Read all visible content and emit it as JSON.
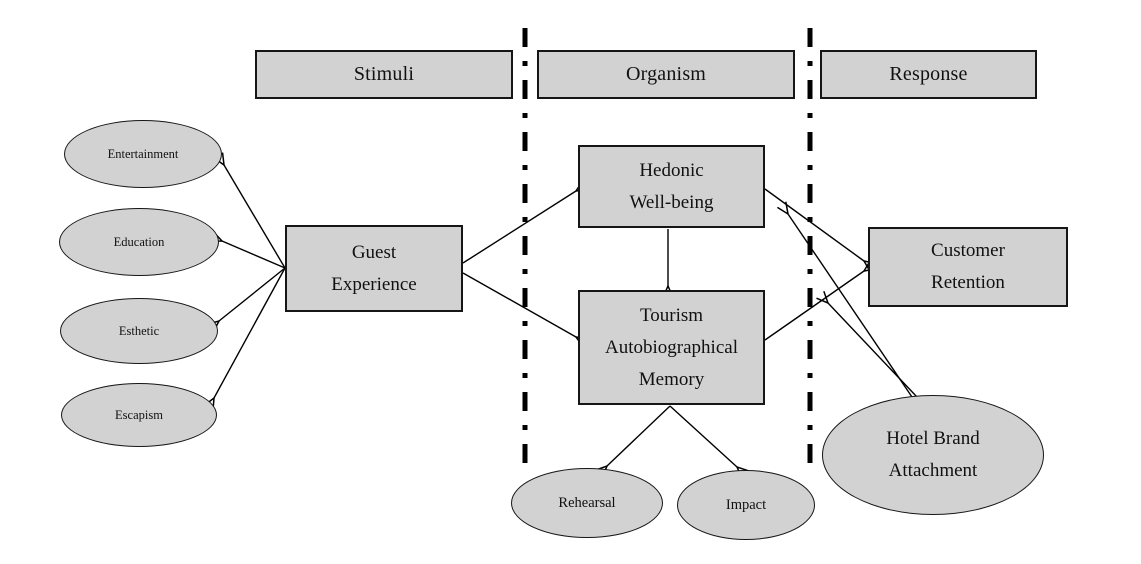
{
  "diagram": {
    "title_framework": "S-O-R diagram",
    "colors": {
      "background": "#ffffff",
      "node_fill": "#d2d2d2",
      "node_stroke": "#161616",
      "edge_stroke": "#000000"
    },
    "headers": [
      {
        "id": "stimuli",
        "label": "Stimuli"
      },
      {
        "id": "organism",
        "label": "Organism"
      },
      {
        "id": "response",
        "label": "Response"
      }
    ],
    "factors": [
      {
        "label": "Entertainment"
      },
      {
        "label": "Education"
      },
      {
        "label": "Esthetic"
      },
      {
        "label": "Escapism"
      }
    ],
    "nodes": {
      "guest_experience": {
        "lines": [
          "Guest",
          "Experience"
        ]
      },
      "hedonic_wellbeing": {
        "lines": [
          "Hedonic",
          "Well-being"
        ]
      },
      "tourism_memory": {
        "lines": [
          "Tourism",
          "Autobiographical",
          "Memory"
        ]
      },
      "customer_retention": {
        "lines": [
          "Customer",
          "Retention"
        ]
      },
      "hotel_brand_attachment": {
        "lines": [
          "Hotel Brand",
          "Attachment"
        ]
      }
    },
    "outcomes": [
      {
        "label": "Rehearsal"
      },
      {
        "label": "Impact"
      }
    ],
    "edges": [
      {
        "from": "guest-experience",
        "to": "entertainment"
      },
      {
        "from": "guest-experience",
        "to": "education"
      },
      {
        "from": "guest-experience",
        "to": "esthetic"
      },
      {
        "from": "guest-experience",
        "to": "escapism"
      },
      {
        "from": "guest-experience",
        "to": "hedonic-well-being"
      },
      {
        "from": "guest-experience",
        "to": "tourism-autobiographical-memory"
      },
      {
        "from": "hedonic-well-being",
        "to": "tourism-autobiographical-memory"
      },
      {
        "from": "hedonic-well-being",
        "to": "customer-retention"
      },
      {
        "from": "tourism-autobiographical-memory",
        "to": "customer-retention"
      },
      {
        "from": "tourism-autobiographical-memory",
        "to": "rehearsal"
      },
      {
        "from": "tourism-autobiographical-memory",
        "to": "impact"
      },
      {
        "from": "hotel-brand-attachment",
        "to": "path-hedonic-to-retention"
      },
      {
        "from": "hotel-brand-attachment",
        "to": "path-memory-to-retention"
      }
    ]
  }
}
